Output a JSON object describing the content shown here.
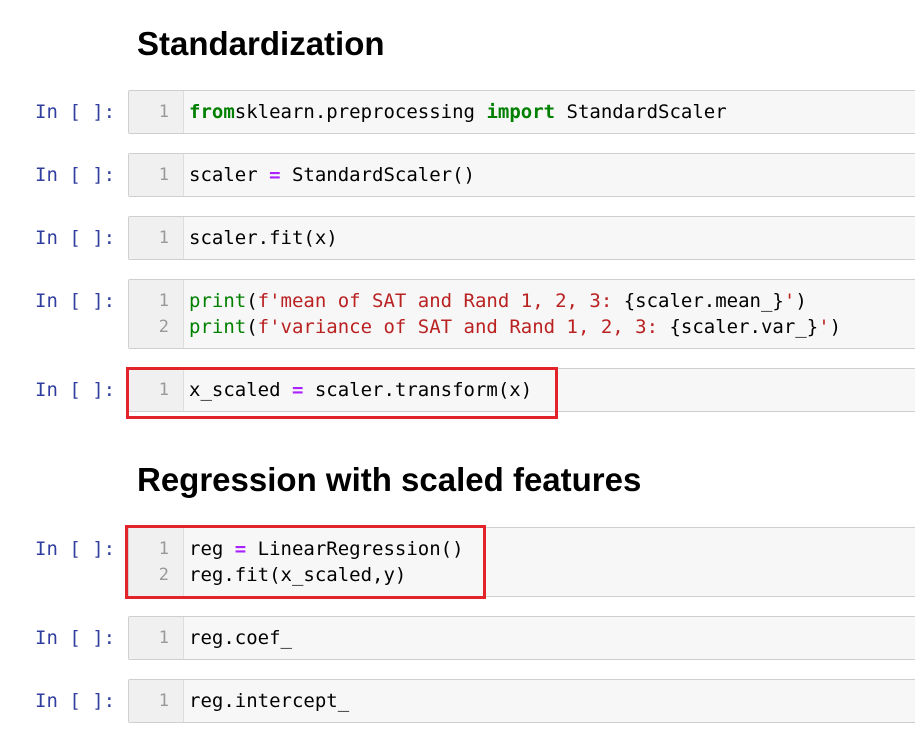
{
  "headings": {
    "standardization": "Standardization",
    "regression": "Regression with scaled features"
  },
  "prompt_label": "In [ ]:",
  "cells": [
    {
      "lines": [
        {
          "num": "1",
          "tokens": [
            [
              "kw",
              "from"
            ],
            [
              "",
              "sklearn.preprocessing "
            ],
            [
              "kw",
              "import"
            ],
            [
              "",
              " StandardScaler"
            ]
          ]
        }
      ]
    },
    {
      "lines": [
        {
          "num": "1",
          "tokens": [
            [
              "",
              "scaler "
            ],
            [
              "op",
              "="
            ],
            [
              "",
              " StandardScaler()"
            ]
          ]
        }
      ]
    },
    {
      "lines": [
        {
          "num": "1",
          "tokens": [
            [
              "",
              "scaler.fit(x)"
            ]
          ]
        }
      ]
    },
    {
      "lines": [
        {
          "num": "1",
          "tokens": [
            [
              "bi",
              "print"
            ],
            [
              "",
              "("
            ],
            [
              "st",
              "f'mean of SAT and Rand 1, 2, 3: "
            ],
            [
              "",
              "{scaler.mean_}"
            ],
            [
              "st",
              "'"
            ],
            [
              "",
              ")"
            ]
          ]
        },
        {
          "num": "2",
          "tokens": [
            [
              "bi",
              "print"
            ],
            [
              "",
              "("
            ],
            [
              "st",
              "f'variance of SAT and Rand 1, 2, 3: "
            ],
            [
              "",
              "{scaler.var_}"
            ],
            [
              "st",
              "'"
            ],
            [
              "",
              ")"
            ]
          ]
        }
      ]
    },
    {
      "lines": [
        {
          "num": "1",
          "tokens": [
            [
              "",
              "x_scaled "
            ],
            [
              "op",
              "="
            ],
            [
              "",
              " scaler.transform(x)"
            ]
          ]
        }
      ]
    },
    {
      "lines": [
        {
          "num": "1",
          "tokens": [
            [
              "",
              "reg "
            ],
            [
              "op",
              "="
            ],
            [
              "",
              " LinearRegression()"
            ]
          ]
        },
        {
          "num": "2",
          "tokens": [
            [
              "",
              "reg.fit(x_scaled,y)"
            ]
          ]
        }
      ]
    },
    {
      "lines": [
        {
          "num": "1",
          "tokens": [
            [
              "",
              "reg.coef_"
            ]
          ]
        }
      ]
    },
    {
      "lines": [
        {
          "num": "1",
          "tokens": [
            [
              "",
              "reg.intercept_"
            ]
          ]
        }
      ]
    }
  ],
  "highlight_color": "#e2232a"
}
